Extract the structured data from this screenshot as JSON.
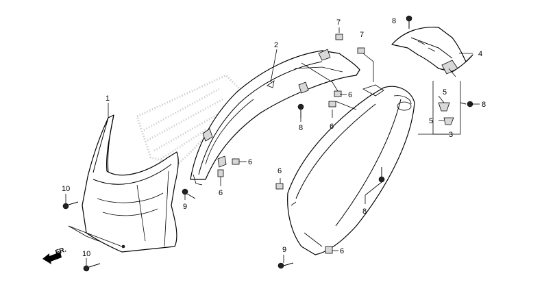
{
  "diagram": {
    "part_labels": {
      "p1": "1",
      "p2": "2",
      "p3": "3",
      "p4": "4",
      "p5a": "5",
      "p5b": "5",
      "p6a": "6",
      "p6b": "6",
      "p6c": "6",
      "p6d": "6",
      "p6e": "6",
      "p6f": "6",
      "p7a": "7",
      "p7b": "7",
      "p8a": "8",
      "p8b": "8",
      "p8c": "8",
      "p8d": "8",
      "p9a": "9",
      "p9b": "9",
      "p10a": "10",
      "p10b": "10"
    },
    "front_indicator": "FR."
  }
}
